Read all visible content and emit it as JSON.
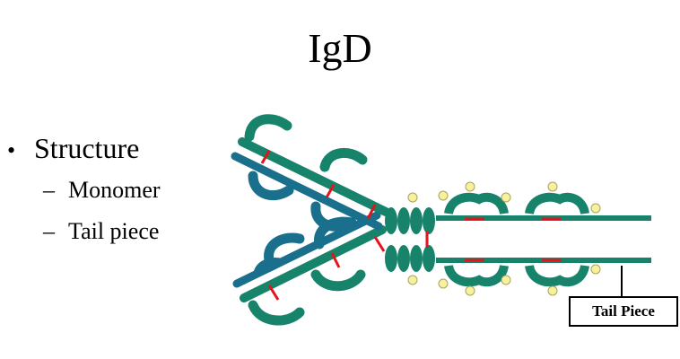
{
  "slide": {
    "title": "IgD",
    "bullets": {
      "main": "Structure",
      "subs": [
        "Monomer",
        "Tail piece"
      ]
    }
  },
  "diagram": {
    "callout_label": "Tail Piece",
    "colors": {
      "heavy_chain": "#17836b",
      "heavy_chain_dark": "#0f5f4c",
      "light_chain": "#1a6f8c",
      "light_chain_dark": "#0f4d63",
      "disulfide_bond": "#e3141b",
      "carbohydrate": "#f7f19f",
      "carbohydrate_outline": "#a8a35a"
    }
  }
}
